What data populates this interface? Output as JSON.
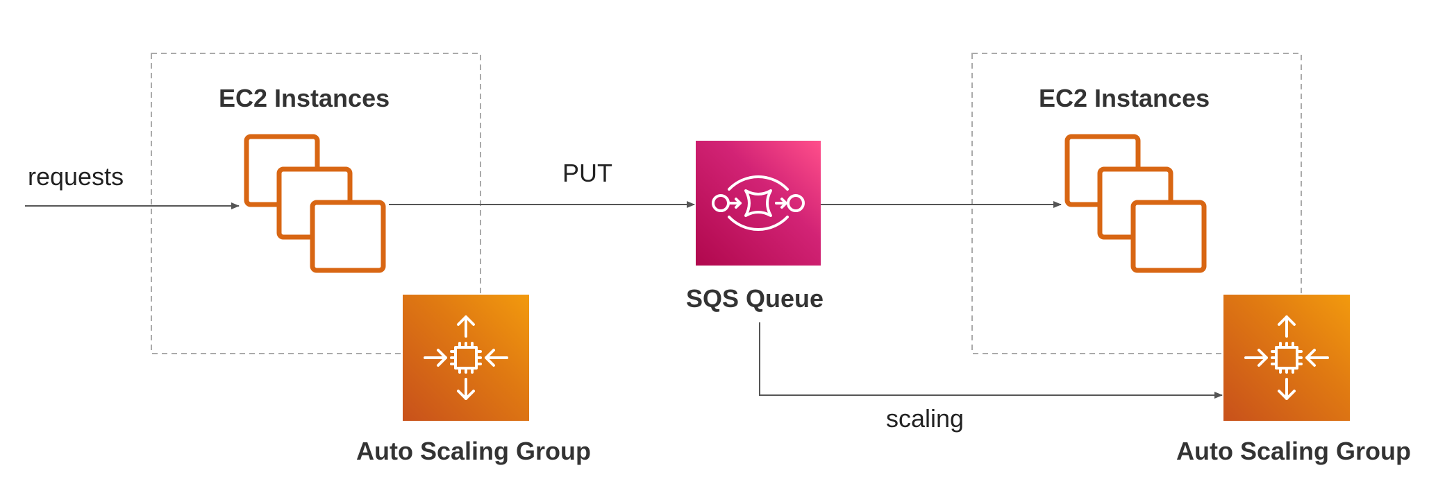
{
  "left_group": {
    "title": "EC2 Instances",
    "asg_label": "Auto Scaling Group"
  },
  "right_group": {
    "title": "EC2 Instances",
    "asg_label": "Auto Scaling Group"
  },
  "queue": {
    "label": "SQS Queue"
  },
  "edges": {
    "requests": "requests",
    "put": "PUT",
    "scaling": "scaling"
  },
  "colors": {
    "ec2_orange": "#d86613",
    "asg_orange": "#e07a12",
    "sqs_pink": "#d22375",
    "line_gray": "#555555",
    "dashed_gray": "#aaaaaa"
  },
  "icons": {
    "ec2": "ec2-instances-icon",
    "asg": "auto-scaling-icon",
    "sqs": "sqs-queue-icon"
  }
}
